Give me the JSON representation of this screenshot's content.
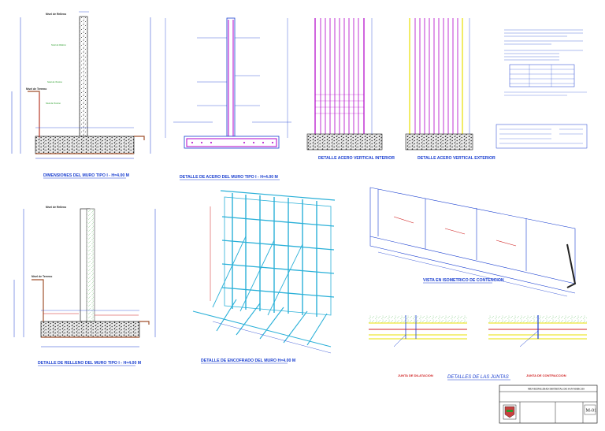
{
  "sheet": {
    "code": "M-01"
  },
  "wall1": {
    "top_label": "Nivel de Relleno",
    "mid_label": "Nivel de Terreno",
    "caption": "DIMENSIONES DEL MURO TIPO I - H=4.00 M"
  },
  "rebar": {
    "caption": "DETALLE DE ACERO DEL MURO TIPO I - H=4.00 M"
  },
  "steel1": {
    "caption": "DETALLE ACERO VERTICAL INTERIOR"
  },
  "steel2": {
    "caption": "DETALLE ACERO VERTICAL EXTERIOR"
  },
  "wall2": {
    "top_label": "Nivel de Relleno",
    "mid_label": "Nivel de Terreno",
    "caption": "DETALLE DE RELLENO DEL MURO TIPO I - H=4.00 M"
  },
  "formwork": {
    "caption": "DETALLE DE ENCOFRADO DEL MURO H=4.00 M"
  },
  "elevation": {
    "caption": "VISTA EN ISOMETRICO DE CONTENCION"
  },
  "joints": {
    "caption": "DETALLES DE LAS JUNTAS",
    "left_label": "JUNTA DE DILATACION",
    "right_label": "JUNTA DE CONTRACCION"
  },
  "title_block": {
    "entity": "MUNICIPALIDAD DISTRITAL DE SAN MARCOS"
  },
  "colors": {
    "blue": "#1a3fd0",
    "magenta": "#b000c8",
    "yellow": "#e8e000",
    "cyan": "#2ab0d8",
    "red": "#d02020",
    "brown": "#a0522d"
  }
}
